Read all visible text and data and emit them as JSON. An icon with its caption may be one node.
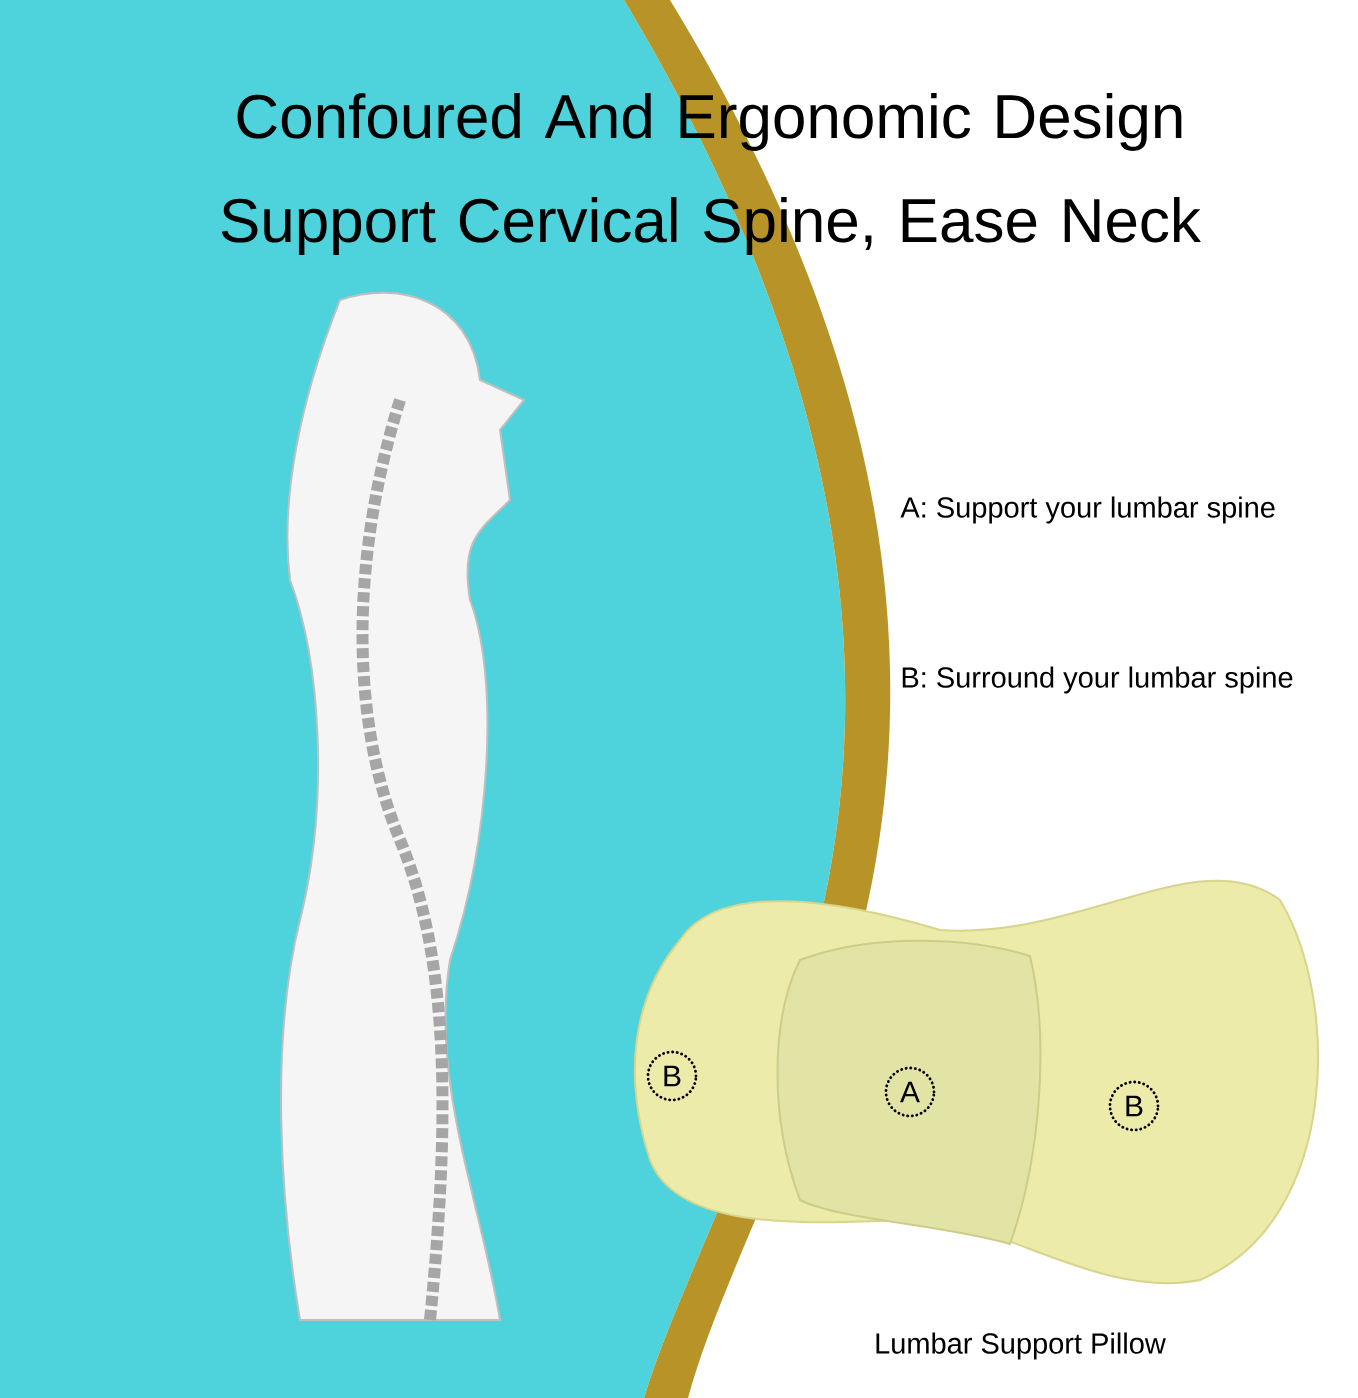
{
  "diagram": {
    "title": "Confoured And Ergonomic Design Support Cervical Spine, Ease Neck",
    "nodes": [
      {
        "text": [
          "B"
        ]
      },
      {
        "text": [
          "A"
        ]
      },
      {
        "text": [
          "B"
        ]
      }
    ],
    "edges": [],
    "labels": [
      "A:  Support your lumbar spine",
      "B:  Surround your lumbar spine",
      "Lumbar Support Pillow"
    ]
  }
}
